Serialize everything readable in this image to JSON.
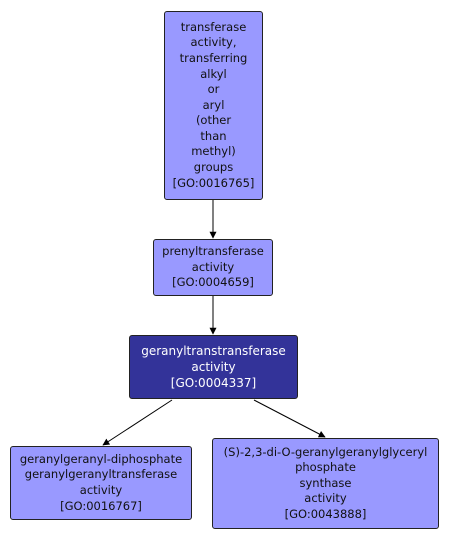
{
  "colors": {
    "node_fill": "#9999ff",
    "focus_fill": "#333399",
    "edge": "#000000"
  },
  "nodes": {
    "transferase": {
      "lines": [
        "transferase",
        "activity,",
        "transferring",
        "alkyl",
        "or",
        "aryl",
        "(other",
        "than",
        "methyl)",
        "groups",
        "[GO:0016765]"
      ]
    },
    "prenyltransferase": {
      "lines": [
        "prenyltransferase",
        "activity",
        "[GO:0004659]"
      ]
    },
    "geranyltranstransferase": {
      "lines": [
        "geranyltranstransferase",
        "activity",
        "[GO:0004337]"
      ]
    },
    "ggpp_synthase": {
      "lines": [
        "geranylgeranyl-diphosphate",
        "geranylgeranyltransferase",
        "activity",
        "[GO:0016767]"
      ]
    },
    "digeranyl_synthase": {
      "lines": [
        "(S)-2,3-di-O-geranylgeranylglyceryl",
        "phosphate",
        "synthase",
        "activity",
        "[GO:0043888]"
      ]
    }
  }
}
